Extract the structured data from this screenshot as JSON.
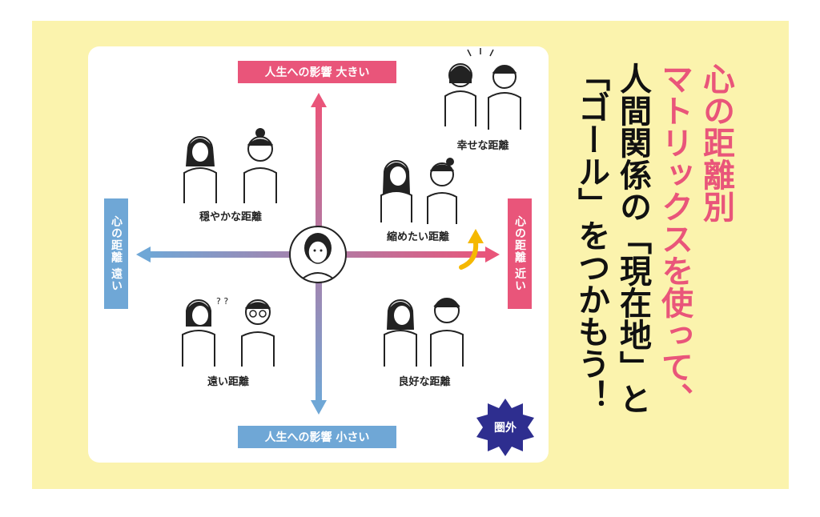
{
  "diagram": {
    "axis_top": "人生への影響 大きい",
    "axis_bottom": "人生への影響 小さい",
    "axis_left": "心の距離 遠い",
    "axis_right": "心の距離 近い",
    "quadrants": {
      "happy": "幸せな距離",
      "calm": "穏やかな距離",
      "to_shrink": "縮めたい距離",
      "far": "遠い距離",
      "good": "良好な距離"
    },
    "outside_badge": "圏外"
  },
  "headline": {
    "line1": "心の距離別",
    "line2": "マトリックスを使って、",
    "line3": "人間関係の「現在地」と",
    "line4": "「ゴール」をつかもう！"
  },
  "colors": {
    "banner": "#fbf3ad",
    "pink": "#e9557a",
    "blue": "#6fa7d6",
    "badge": "#2e2e8f",
    "arrow_yellow": "#f5b800"
  }
}
